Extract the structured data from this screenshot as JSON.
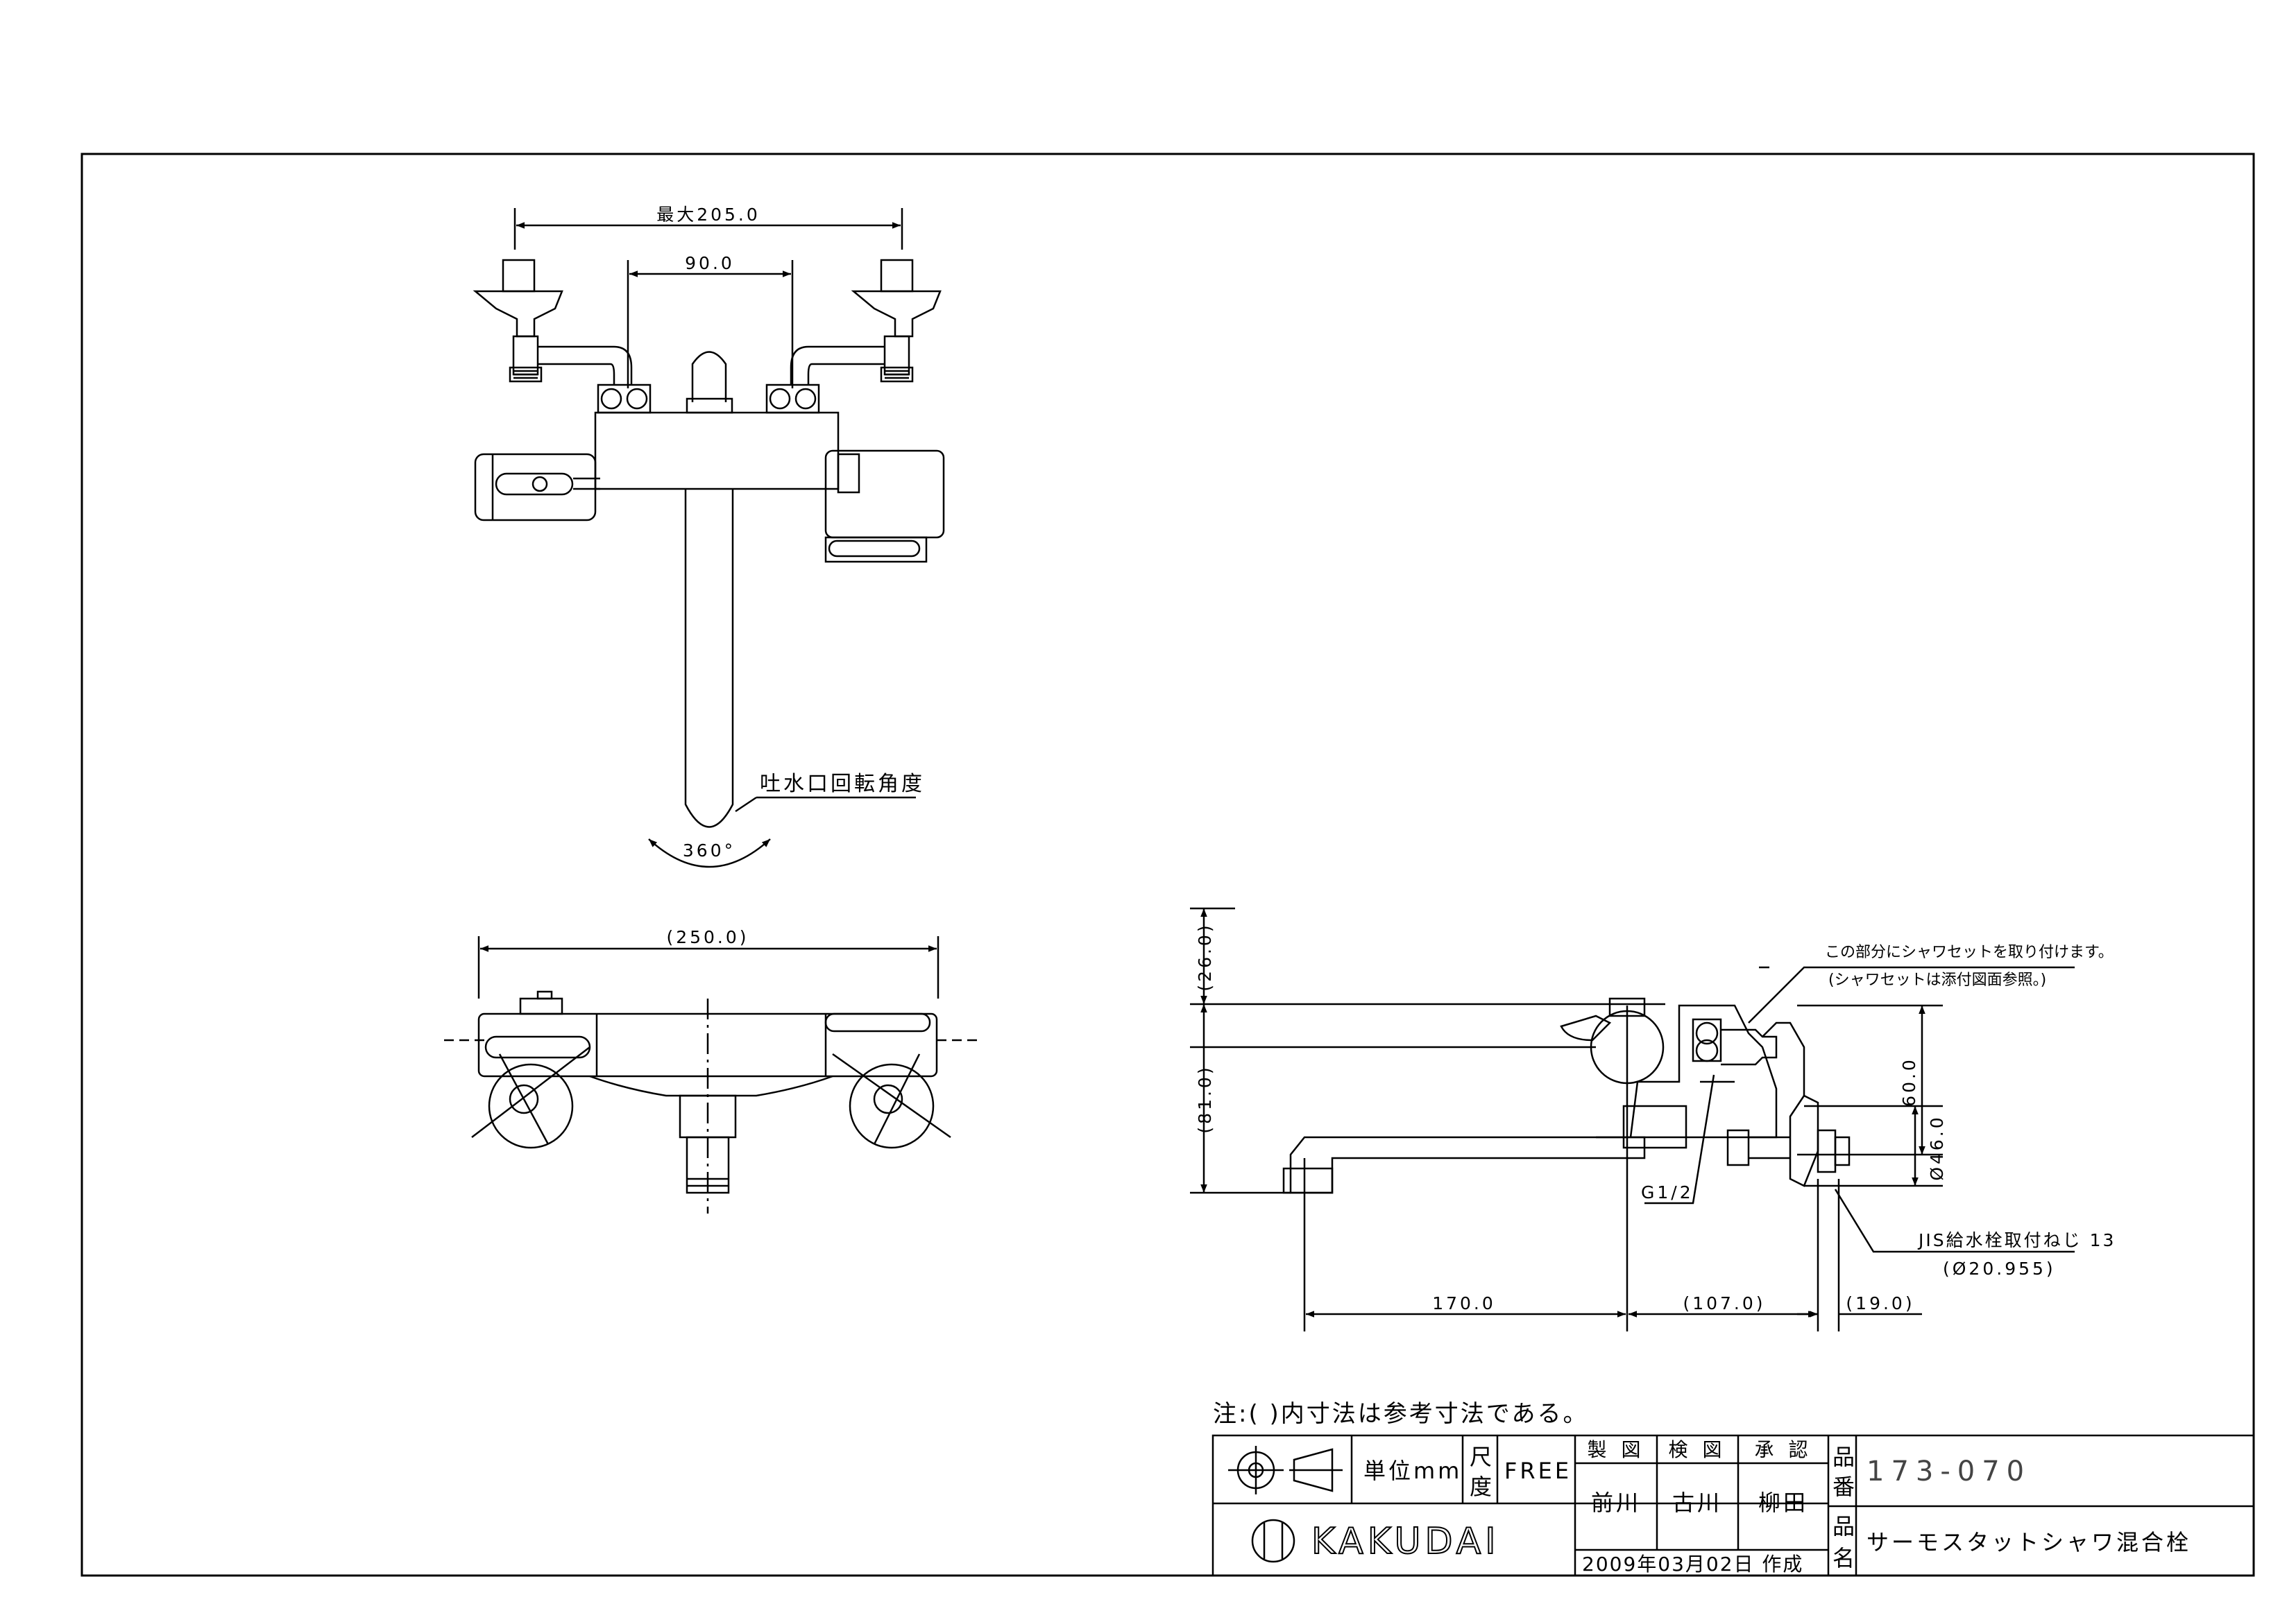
{
  "top_view": {
    "dim_max_width": "最大205.0",
    "dim_center": "90.0",
    "spout_label": "吐水口回転角度",
    "spout_angle": "360°"
  },
  "front_view": {
    "dim_width": "(250.0)"
  },
  "side_view": {
    "dim_top": "(26.0)",
    "dim_height": "(81.0)",
    "dim_60": "60.0",
    "dim_46": "Ø46.0",
    "thread_label": "G1/2",
    "shower_note_1": "この部分にシャワセットを取り付けます。",
    "shower_note_2": "(シャワセットは添付図面参照。)",
    "jis_label": "JIS給水栓取付ねじ 13",
    "jis_sub": "(Ø20.955)",
    "dim_170": "170.0",
    "dim_107": "(107.0)",
    "dim_19": "(19.0)"
  },
  "note": "注:( )内寸法は参考寸法である。",
  "title_block": {
    "unit": "単位mm",
    "scale_label_1": "尺",
    "scale_label_2": "度",
    "scale": "FREE",
    "made": "製 図",
    "checked": "検 図",
    "approved": "承 認",
    "made_by": "前川",
    "checked_by": "古川",
    "approved_by": "柳田",
    "date": "2009年03月02日 作成",
    "part_no_label_1": "品",
    "part_no_label_2": "番",
    "part_no": "173-070",
    "name_label_1": "品",
    "name_label_2": "名",
    "part_name": "サーモスタットシャワ混合栓",
    "brand": "KAKUDAI"
  }
}
